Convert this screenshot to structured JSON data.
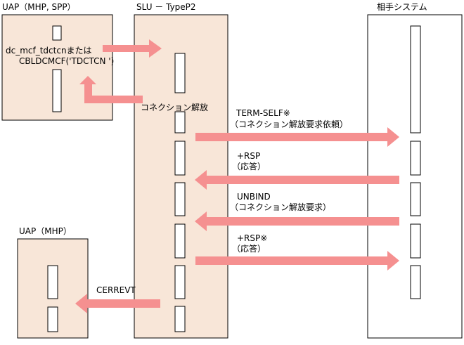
{
  "colors": {
    "box_fill": "#f8e6d8",
    "box_stroke": "#000000",
    "arrow": "#f59090",
    "lane_fill": "#ffffff"
  },
  "labels": {
    "uap_top": "UAP（MHP, SPP）",
    "slu": "SLU － TypeP2",
    "partner": "相手システム",
    "uap_bottom": "UAP（MHP）",
    "call_line1": "dc_mcf_tdctcnまたは",
    "call_line2": "CBLDCMCF('TDCTCN ')",
    "release": "コネクション解放",
    "term_self": "TERM-SELF※",
    "term_self_desc": "（コネクション解放要求依頼）",
    "rsp1": "+RSP",
    "rsp1_desc": "（応答）",
    "unbind": "UNBIND",
    "unbind_desc": "（コネクション解放要求）",
    "rsp2": "+RSP※",
    "rsp2_desc": "（応答）",
    "cerrevt": "CERREVT"
  }
}
